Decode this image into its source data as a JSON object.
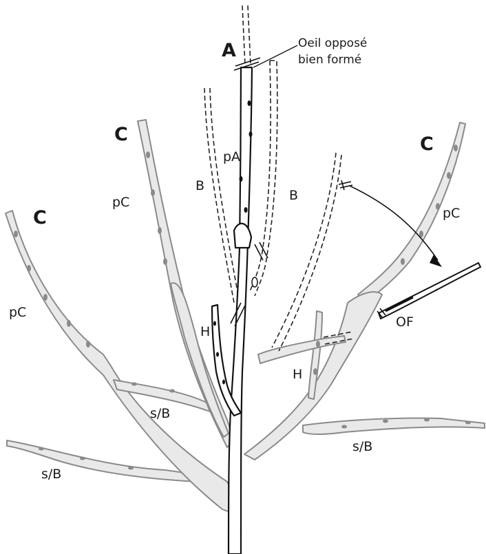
{
  "labels": {
    "a": "A",
    "c_left": "C",
    "c_middle": "C",
    "c_right": "C",
    "pa": "pA",
    "b_left": "B",
    "b_right": "B",
    "pc_left": "pC",
    "pc_middle": "pC",
    "pc_right": "pC",
    "h_left": "H",
    "h_right": "H",
    "sb_left_upper": "s/B",
    "sb_left_lower": "s/B",
    "sb_right": "s/B",
    "of": "OF",
    "note_line1": "Oeil opposé",
    "note_line2": "bien formé"
  },
  "colors": {
    "black_wood": "#111111",
    "grey_wood": "#8a8a8a",
    "grey_fill": "#e9e9e9",
    "dashed_removed": "#222222",
    "hatch": "#555555"
  }
}
